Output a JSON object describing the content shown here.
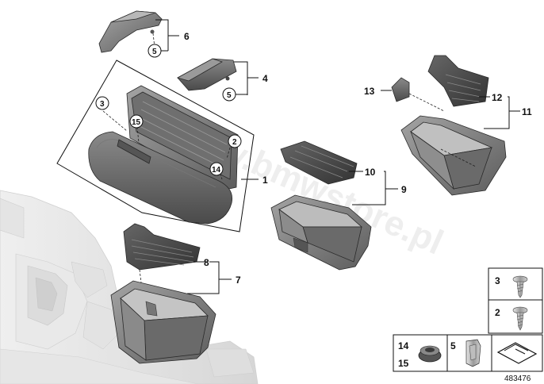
{
  "diagram": {
    "watermark": "www.bmwstore.pl",
    "doc_number": "483476",
    "callouts": [
      {
        "id": "c1",
        "label": "1"
      },
      {
        "id": "c2",
        "label": "2"
      },
      {
        "id": "c3",
        "label": "3"
      },
      {
        "id": "c4",
        "label": "4"
      },
      {
        "id": "c5",
        "label": "5"
      },
      {
        "id": "c5b",
        "label": "5"
      },
      {
        "id": "c6",
        "label": "6"
      },
      {
        "id": "c7",
        "label": "7"
      },
      {
        "id": "c8",
        "label": "8"
      },
      {
        "id": "c9",
        "label": "9"
      },
      {
        "id": "c10",
        "label": "10"
      },
      {
        "id": "c11",
        "label": "11"
      },
      {
        "id": "c12",
        "label": "12"
      },
      {
        "id": "c13",
        "label": "13"
      },
      {
        "id": "c14",
        "label": "14"
      },
      {
        "id": "c15",
        "label": "15"
      }
    ],
    "legend": {
      "screw3": "3",
      "screw2": "2",
      "grommet_a": "14",
      "grommet_b": "15",
      "clip": "5"
    }
  }
}
